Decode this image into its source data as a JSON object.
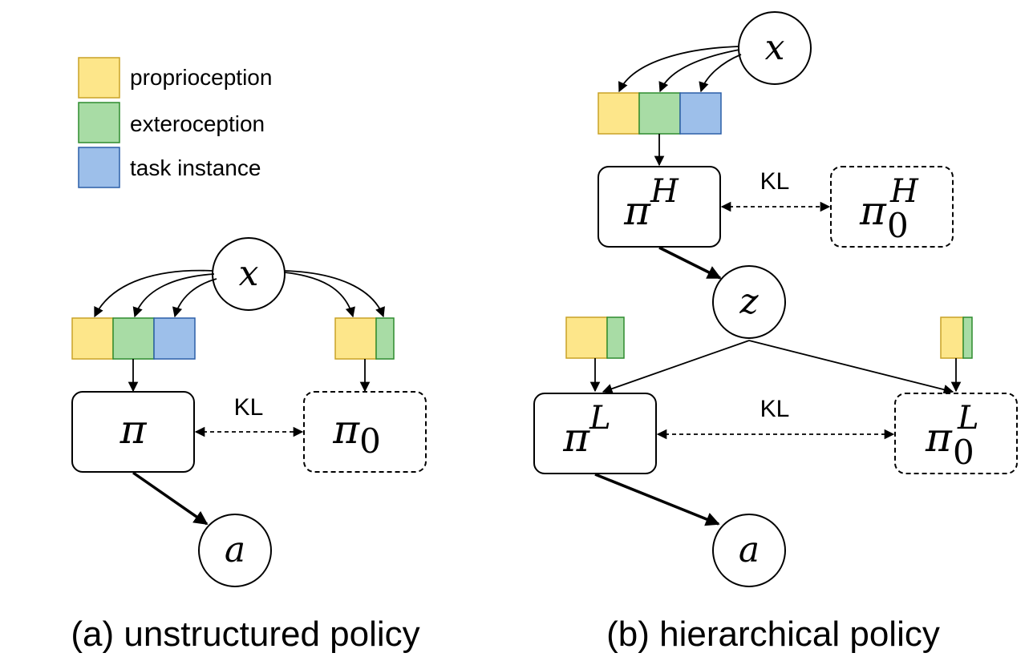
{
  "colors": {
    "proprioception_fill": "#fde68a",
    "proprioception_stroke": "#c9a227",
    "exteroception_fill": "#a8dca5",
    "exteroception_stroke": "#2e8b2e",
    "task_fill": "#9dbfea",
    "task_stroke": "#2b5fa8"
  },
  "legend": {
    "proprioception": "proprioception",
    "exteroception": "exteroception",
    "task_instance": "task instance"
  },
  "panel_a": {
    "caption": "(a) unstructured policy",
    "x_node": "x",
    "policy": "π",
    "prior_pi": "π",
    "prior_sub": "0",
    "kl": "KL",
    "a_node": "a"
  },
  "panel_b": {
    "caption": "(b) hierarchical policy",
    "x_node": "x",
    "high_pi": "π",
    "high_sup": "H",
    "high_prior_pi": "π",
    "high_prior_sub": "0",
    "high_prior_sup": "H",
    "kl_high": "KL",
    "z_node": "z",
    "low_pi": "π",
    "low_sup": "L",
    "low_prior_pi": "π",
    "low_prior_sub": "0",
    "low_prior_sup": "L",
    "kl_low": "KL",
    "a_node": "a"
  }
}
